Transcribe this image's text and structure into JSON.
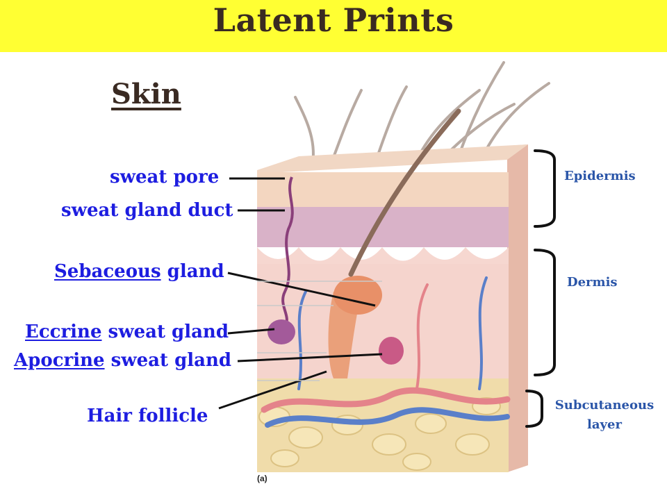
{
  "title": "Latent Prints",
  "subtitle": "Skin",
  "labels": {
    "sweat_pore": "sweat pore",
    "sweat_gland_duct": "sweat gland duct",
    "sebaceous_prefix": "Sebaceous",
    "sebaceous_rest": " gland",
    "eccrine_prefix": "Eccrine",
    "eccrine_rest": " sweat gland",
    "apocrine_prefix": "Apocrine",
    "apocrine_rest": " sweat gland",
    "hair_follicle": "Hair follicle"
  },
  "layers": {
    "epidermis": "Epidermis",
    "dermis": "Dermis",
    "subcutaneous_line1": "Subcutaneous",
    "subcutaneous_line2": "layer"
  },
  "figure_tag": "(a)",
  "colors": {
    "title_bg": "#ffff33",
    "label_blue": "#1d1de0",
    "layer_blue": "#2a55a8"
  }
}
